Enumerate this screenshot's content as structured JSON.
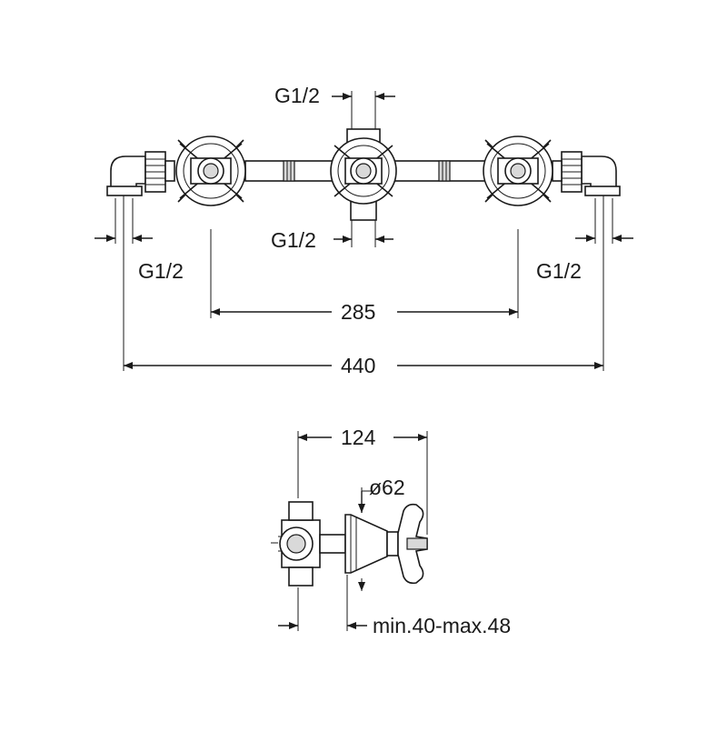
{
  "top_view": {
    "thread_top": "G1/2",
    "thread_center_bottom": "G1/2",
    "thread_left": "G1/2",
    "thread_right": "G1/2",
    "dim_inner": "285",
    "dim_overall": "440"
  },
  "side_view": {
    "dim_depth": "124",
    "dim_diameter": "ø62",
    "dim_wall": "min.40-max.48"
  }
}
